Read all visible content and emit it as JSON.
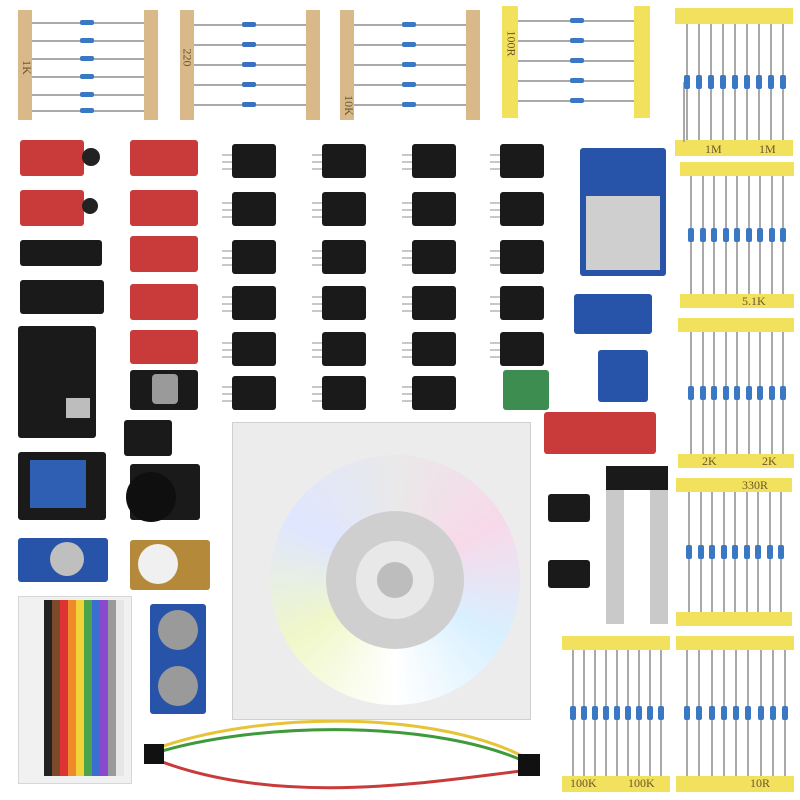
{
  "tape_labels": {
    "t1": "1K",
    "t2": "220",
    "t3": "10K",
    "t4": "100R",
    "t5a": "1M",
    "t5b": "1M",
    "t6": "5.1K",
    "t7a": "2K",
    "t7b": "2K",
    "t8": "330R",
    "t9a": "100K",
    "t9b": "100K",
    "t10": "10R"
  },
  "colors": {
    "tape_tan": "#d9b98a",
    "tape_yellow": "#f1e15c",
    "board_red": "#c93a3a",
    "board_black": "#1a1a1a",
    "board_blue": "#2754a8",
    "board_green": "#3c8d4f"
  }
}
